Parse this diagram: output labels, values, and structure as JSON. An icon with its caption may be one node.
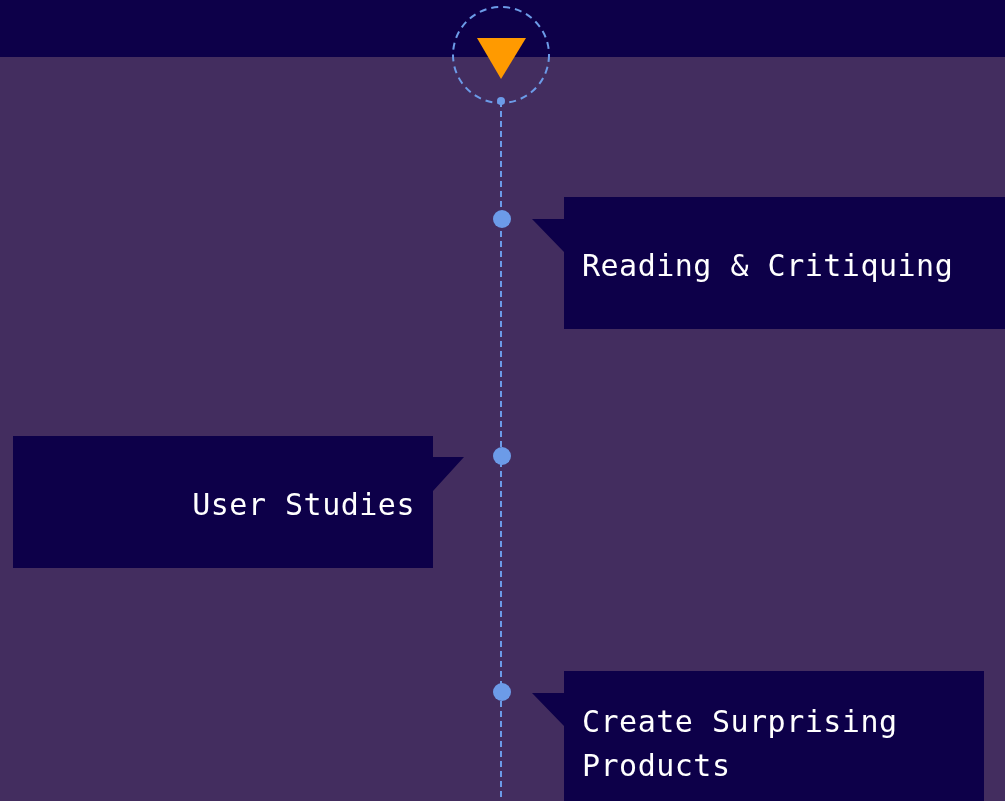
{
  "diagram": {
    "nodes": [
      {
        "text": [
          "Reading & Critiquing"
        ]
      },
      {
        "text": [
          "User Studies"
        ]
      },
      {
        "text": [
          "Create Surprising Products"
        ]
      }
    ]
  }
}
